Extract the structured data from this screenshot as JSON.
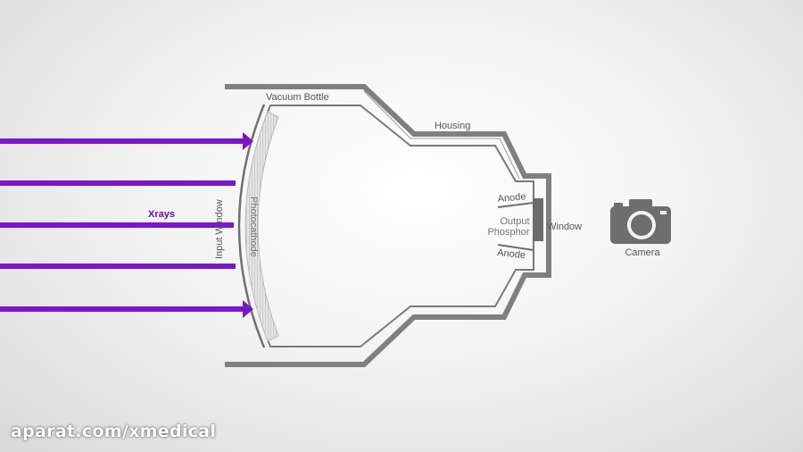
{
  "labels": {
    "vacuum_bottle": "Vacuum Bottle",
    "housing": "Housing",
    "xrays": "Xrays",
    "input_window": "Input Window",
    "photocathode": "Photocathode",
    "anode_top": "Anode",
    "anode_bottom": "Anode",
    "output_phosphor_line1": "Output",
    "output_phosphor_line2": "Phosphor",
    "window": "Window",
    "camera": "Camera"
  },
  "watermark": "aparat.com/xmedical",
  "colors": {
    "xray": "#7b16c9",
    "housing": "#808080",
    "vacuum": "#7a7a7a",
    "photocathode": "#b8b8b8",
    "camera": "#6e6e6e"
  },
  "icons": {
    "camera": "camera-icon"
  }
}
